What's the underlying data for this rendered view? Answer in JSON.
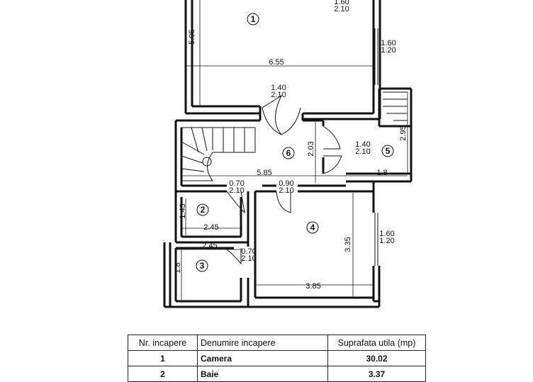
{
  "plan": {
    "rooms": [
      {
        "id": "1",
        "label": "1"
      },
      {
        "id": "2",
        "label": "2"
      },
      {
        "id": "3",
        "label": "3"
      },
      {
        "id": "4",
        "label": "4"
      },
      {
        "id": "5",
        "label": "5"
      },
      {
        "id": "6",
        "label": "6"
      }
    ],
    "dims": {
      "room1_width": "6.55",
      "room1_height": "5.05",
      "room1_window_top": "1.60",
      "room1_window_bot": "2.10",
      "room1_window2_top": "1.60",
      "room1_window2_bot": "1.20",
      "hall_door_top": "1.40",
      "hall_door_bot": "2.10",
      "room6_height": "2.03",
      "room6_width": "5.85",
      "room5_door_top": "1.40",
      "room5_door_bot": "2.10",
      "room5_height": "2.95",
      "room5_width": "1.8",
      "door2_top": "0.70",
      "door2_bot": "2.10",
      "door4_top": "0.90",
      "door4_bot": "2.10",
      "room2_height": "1.43",
      "room2_width": "2.45",
      "room4_height": "3.35",
      "room4_width": "3.85",
      "room4_window_top": "1.60",
      "room4_window_bot": "1.20",
      "room3_width": "2.45",
      "room3_height": "1.8",
      "door3_top": "0.70",
      "door3_bot": "2.10"
    }
  },
  "table": {
    "headers": {
      "nr": "Nr. incapere",
      "name": "Denumire incapere",
      "area": "Suprafata utila (mp)"
    },
    "rows": [
      {
        "nr": "1",
        "name": "Camera",
        "area": "30.02"
      },
      {
        "nr": "2",
        "name": "Baie",
        "area": "3.37"
      }
    ]
  }
}
